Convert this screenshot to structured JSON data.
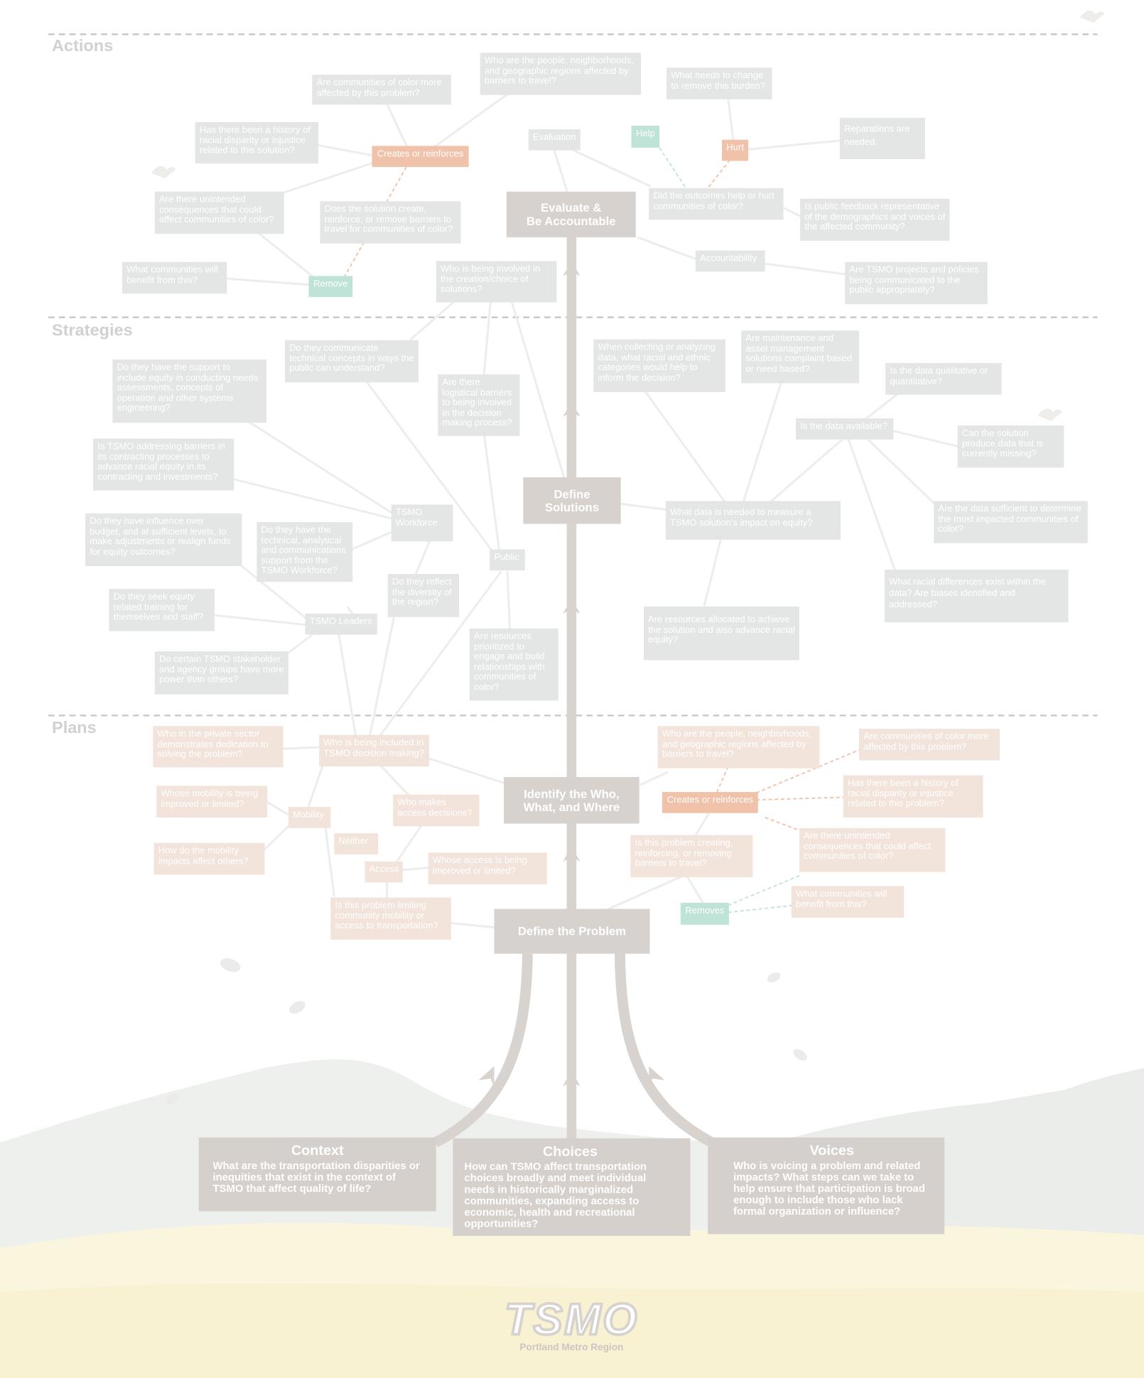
{
  "sections": {
    "actions": "Actions",
    "strategies": "Strategies",
    "plans": "Plans"
  },
  "stages": {
    "evaluate": "Evaluate &\nBe Accountable",
    "define_solutions": "Define\nSolutions",
    "identify": "Identify the Who,\nWhat, and Where",
    "define_problem": "Define the Problem"
  },
  "roots": {
    "context": {
      "title": "Context",
      "body": "What are the transportation disparities or inequities that exist in the context of TSMO that affect quality of life?"
    },
    "choices": {
      "title": "Choices",
      "body": "How can TSMO affect transportation choices broadly and meet individual needs in historically marginalized communities, expanding access to economic, health and recreational  opportunities?"
    },
    "voices": {
      "title": "Voices",
      "body": "Who is voicing a problem and related impacts? What steps can we take to help ensure that participation is broad enough to include those who lack formal organization or influence?"
    }
  },
  "actions": {
    "q_color_affected": "Are communities of color more affected by this problem?",
    "q_who_people": "Who are the people, neighborhoods, and geographic regions affected by barriers to travel?",
    "q_history": "Has there been a history of racial disparity or injustice related to this solution?",
    "creates_reinforces": "Creates or reinforces",
    "q_unintended": "Are there unintended consequences that could affect communities of color?",
    "q_solution_create": "Does the solution create, reinforce, or remove barriers to travel for communities of color?",
    "q_benefit": "What communities will benefit from this?",
    "remove": "Remove",
    "q_involved": "Who is being involved in the creation/choice of solutions?",
    "evaluation": "Evaluation",
    "help": "Help",
    "hurt": "Hurt",
    "q_change": "What needs to change to remove this burden?",
    "reparations": "Reparations are needed.",
    "q_outcomes": "Did the outcomes help or hurt communities of color?",
    "q_feedback": "Is public feedback representative of the demographics and voices of the affected community?",
    "accountability": "Accountability",
    "q_communicated": "Are TSMO projects and policies being communicated to the public appropriately?"
  },
  "strategies": {
    "q_communicate": "Do they communicate technical concepts in ways the public can understand?",
    "q_support": "Do they have the support to include equity in conducting needs assessments, concepts of operation and other systems engineering?",
    "q_logistical": "Are there logistical barriers to being involved in the decision making process?",
    "q_contracting": "Is TSMO addressing barriers in its contracting processes to advance racial equity in its contracting and investments?",
    "tsmo_workforce": "TSMO Workforce",
    "q_influence": "Do they have influence over budget, and at sufficient levels, to make adjustments or realign funds for equity outcomes?",
    "q_technical": "Do they have the technical, analytical and communications support from the TSMO Workforce?",
    "public": "Public",
    "q_diversity": "Do they reflect the diversity of the region?",
    "q_training": "Do they seek equity related training for themselves and staff?",
    "tsmo_leaders": "TSMO Leaders",
    "q_power": "Do certain TSMO stakeholder and agency groups have more power than others?",
    "q_resources_prioritized": "Are resources prioritized to engage and build relationships with communities of color?",
    "q_categories": "When collecting or analyzing data, what racial and ethnic categories would help to inform the decision?",
    "q_maintenance": "Are maintenance and asset management solutions complaint based or need based?",
    "q_qualitative": "Is the data qualitative or quantitative?",
    "q_available": "Is the data available?",
    "q_produce": "Can the solution produce data that is currently missing?",
    "q_data_needed": "What data is needed to measure a TSMO solution's impact on equity?",
    "q_sufficient": "Are the data sufficient to determine the most impacted communities of color?",
    "q_racial_diff": "What racial differences exist within the data? Are biases identified and addressed?",
    "q_resources_allocated": "Are resources allocated to achieve the solution and also advance racial equity?"
  },
  "plans": {
    "q_private": "Who in the private sector demonstrates dedication to solving the problem?",
    "q_included": "Who is being included in TSMO decision making?",
    "q_mobility_improved": "Whose mobility is being improved or limited?",
    "mobility": "Mobility",
    "q_makes_access": "Who makes access decisions?",
    "neither": "Neither",
    "q_mobility_impacts": "How do the mobility impacts affect others?",
    "access": "Access",
    "q_access_improved": "Whose access is being improved or limited?",
    "q_limiting": "Is this problem limiting community mobility or access to transportation?",
    "q_who_people": "Who are the people, neighborhoods, and geographic regions affected by barriers to travel?",
    "q_color_affected": "Are communities of color more affected by this problem?",
    "creates_reinforces": "Creates or reinforces",
    "q_history": "Has there been a history of racial disparity or injustice related to this problem?",
    "q_problem_creating": "Is this problem creating, reinforcing, or removing barriers to travel?",
    "q_unintended": "Are there unintended consequences that could affect communities of color?",
    "q_benefit": "What communities will benefit from this?",
    "removes": "Removes"
  },
  "logo": {
    "text": "TSMO",
    "subtitle": "Portland Metro Region"
  },
  "colors": {
    "gray_box": "#e3e6e5",
    "beige_box": "#f2e3db",
    "orange_box": "#f0c2a9",
    "teal_box": "#c0e3d7",
    "stage_box": "#d8d2cf",
    "trunk": "#d9d3cf",
    "hills": "#eef0ee",
    "grass": "#faf6dd"
  }
}
